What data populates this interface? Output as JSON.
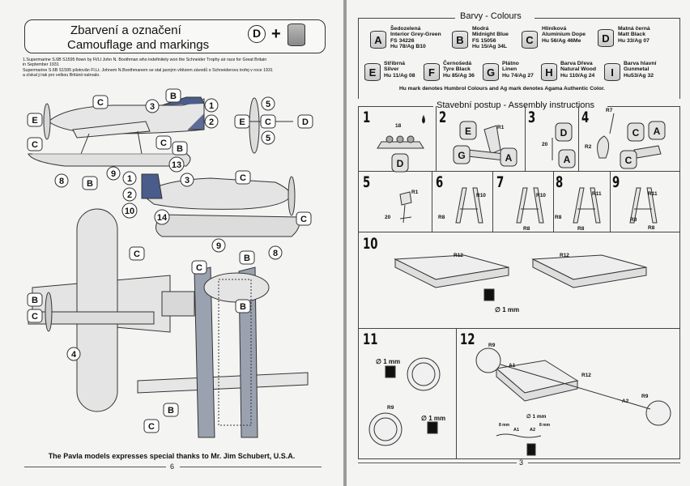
{
  "left_page": {
    "title_cz": "Zbarvení a označení",
    "title_en": "Camouflage and markings",
    "title_paint_letter": "D",
    "title_plus": "+",
    "note_line1": "1.Supermarine S.6B  S1595 flown by Fl/Lt  John N. Boothman who indefinitely won  the Schneider Trophy  air race for Great Britain",
    "note_line2": "in September 1931",
    "note_line3": "Supermarine S.6B  S1595 pilotovăn Fl.Lt. Johnem N.Boothmanem se stal jasným vítězem závodů o Schneiderovu trofej v roce 1931",
    "note_line4": "a získal ji tak pro velkou Británii natrvalo.",
    "thanks": "The Pavla models expresses special thanks to Mr. Jim Schubert, U.S.A.",
    "page_number": "6",
    "callouts": {
      "c": "C",
      "b": "B",
      "e": "E",
      "d": "D",
      "n1": "1",
      "n2": "2",
      "n3": "3",
      "n4": "4",
      "n5": "5",
      "n8": "8",
      "n9": "9",
      "n10": "10",
      "n13": "13",
      "n14": "14"
    }
  },
  "right_page": {
    "colours_heading": "Barvy - Colours",
    "colours": [
      {
        "letter": "A",
        "l1": "Šedozelená",
        "l2": "Interior Grey-Green",
        "l3": "FS 34226",
        "l4": "Hu 78/Ag B10"
      },
      {
        "letter": "B",
        "l1": "Modrá",
        "l2": "Midnight Blue",
        "l3": "FS 15056",
        "l4": "Hu 15/Ag 34L"
      },
      {
        "letter": "C",
        "l1": "Hliníková",
        "l2": "Aluminium Dope",
        "l3": "Hu 56/Ag 46Me",
        "l4": ""
      },
      {
        "letter": "D",
        "l1": "Matná černá",
        "l2": "Matt Black",
        "l3": "Hu 33/Ag 07",
        "l4": ""
      },
      {
        "letter": "E",
        "l1": "Stříbrná",
        "l2": "Silver",
        "l3": "Hu 11/Ag 08",
        "l4": ""
      },
      {
        "letter": "F",
        "l1": "Černošedá",
        "l2": "Tyre Black",
        "l3": "Hu 85/Ag 36",
        "l4": ""
      },
      {
        "letter": "G",
        "l1": "Plátno",
        "l2": "Linen",
        "l3": "Hu 74/Ag 27",
        "l4": ""
      },
      {
        "letter": "H",
        "l1": "Barva Dřeva",
        "l2": "Natural Wood",
        "l3": "Hu 110/Ag 24",
        "l4": ""
      },
      {
        "letter": "I",
        "l1": "Barva hlavní",
        "l2": "Gunmetal",
        "l3": "Hu53/Ag 32",
        "l4": ""
      }
    ],
    "colours_note": "Hu mark denotes Humbrol Colours and Ag mark denotes Agama Authentic Color.",
    "assembly_heading": "Stavební postup - Assembly instructions",
    "steps": [
      "1",
      "2",
      "3",
      "4",
      "5",
      "6",
      "7",
      "8",
      "9",
      "10",
      "11",
      "12"
    ],
    "labels": {
      "s1_count": "18",
      "s1_paint": "D",
      "s2_r1": "R1",
      "s2_e": "E",
      "s2_g": "G",
      "s2_a": "A",
      "s3_20": "20",
      "s3_d": "D",
      "s3_a": "A",
      "s4_r7": "R7",
      "s4_r2": "R2",
      "s4_c1": "C",
      "s4_a": "A",
      "s4_c2": "C",
      "s5_r1": "R1",
      "s5_20": "20",
      "s6_r10": "R10",
      "s6_r8": "R8",
      "s7_r10": "R10",
      "s7_r8": "R8",
      "s8_r11": "R11",
      "s8_r8a": "R8",
      "s8_r8b": "R8",
      "s9_r11": "R11",
      "s9_r8a": "R8",
      "s9_r8b": "R8",
      "s10_r12a": "R12",
      "s10_r12b": "R12",
      "s10_mm": "∅ 1 mm",
      "s11_mm1": "∅ 1 mm",
      "s11_r9": "R9",
      "s11_mm2": "∅ 1 mm",
      "s12_r9a": "R9",
      "s12_a1": "A1",
      "s12_r12": "R12",
      "s12_a2": "A2",
      "s12_r9b": "R9",
      "s12_mm": "∅ 1 mm",
      "s12_8a": "8 mm",
      "s12_8b": "8 mm",
      "s12_a1b": "A1",
      "s12_a2b": "A2"
    },
    "page_number": "3"
  }
}
